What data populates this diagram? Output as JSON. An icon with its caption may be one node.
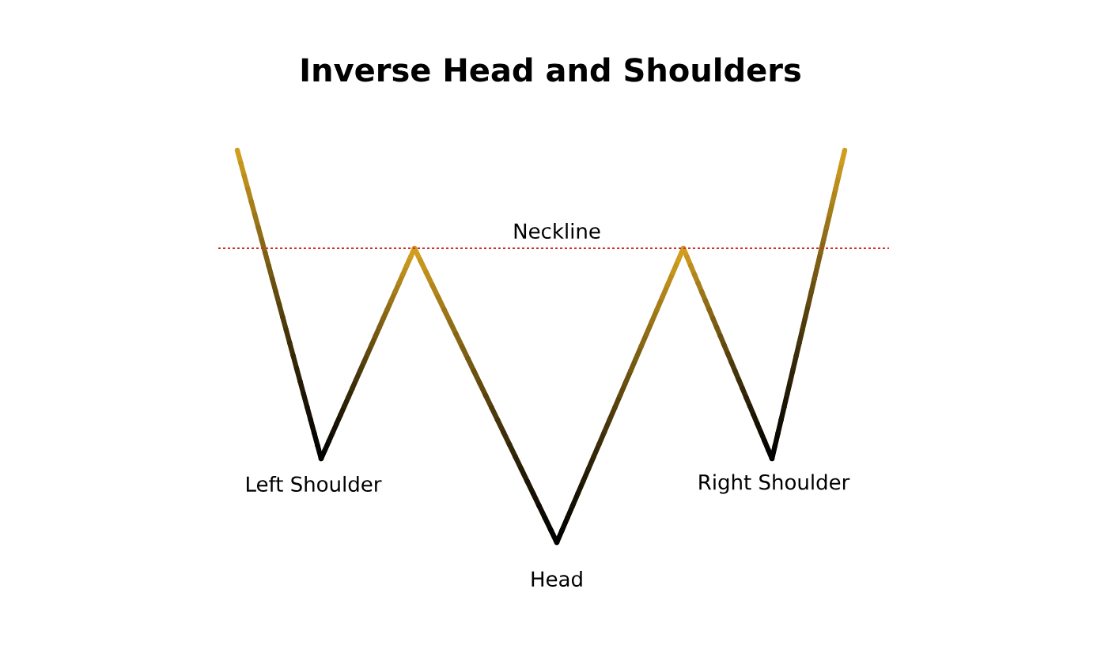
{
  "diagram": {
    "title": "Inverse Head and Shoulders",
    "labels": [
      "Neckline",
      "Left Shoulder",
      "Head",
      "Right Shoulder"
    ]
  }
}
